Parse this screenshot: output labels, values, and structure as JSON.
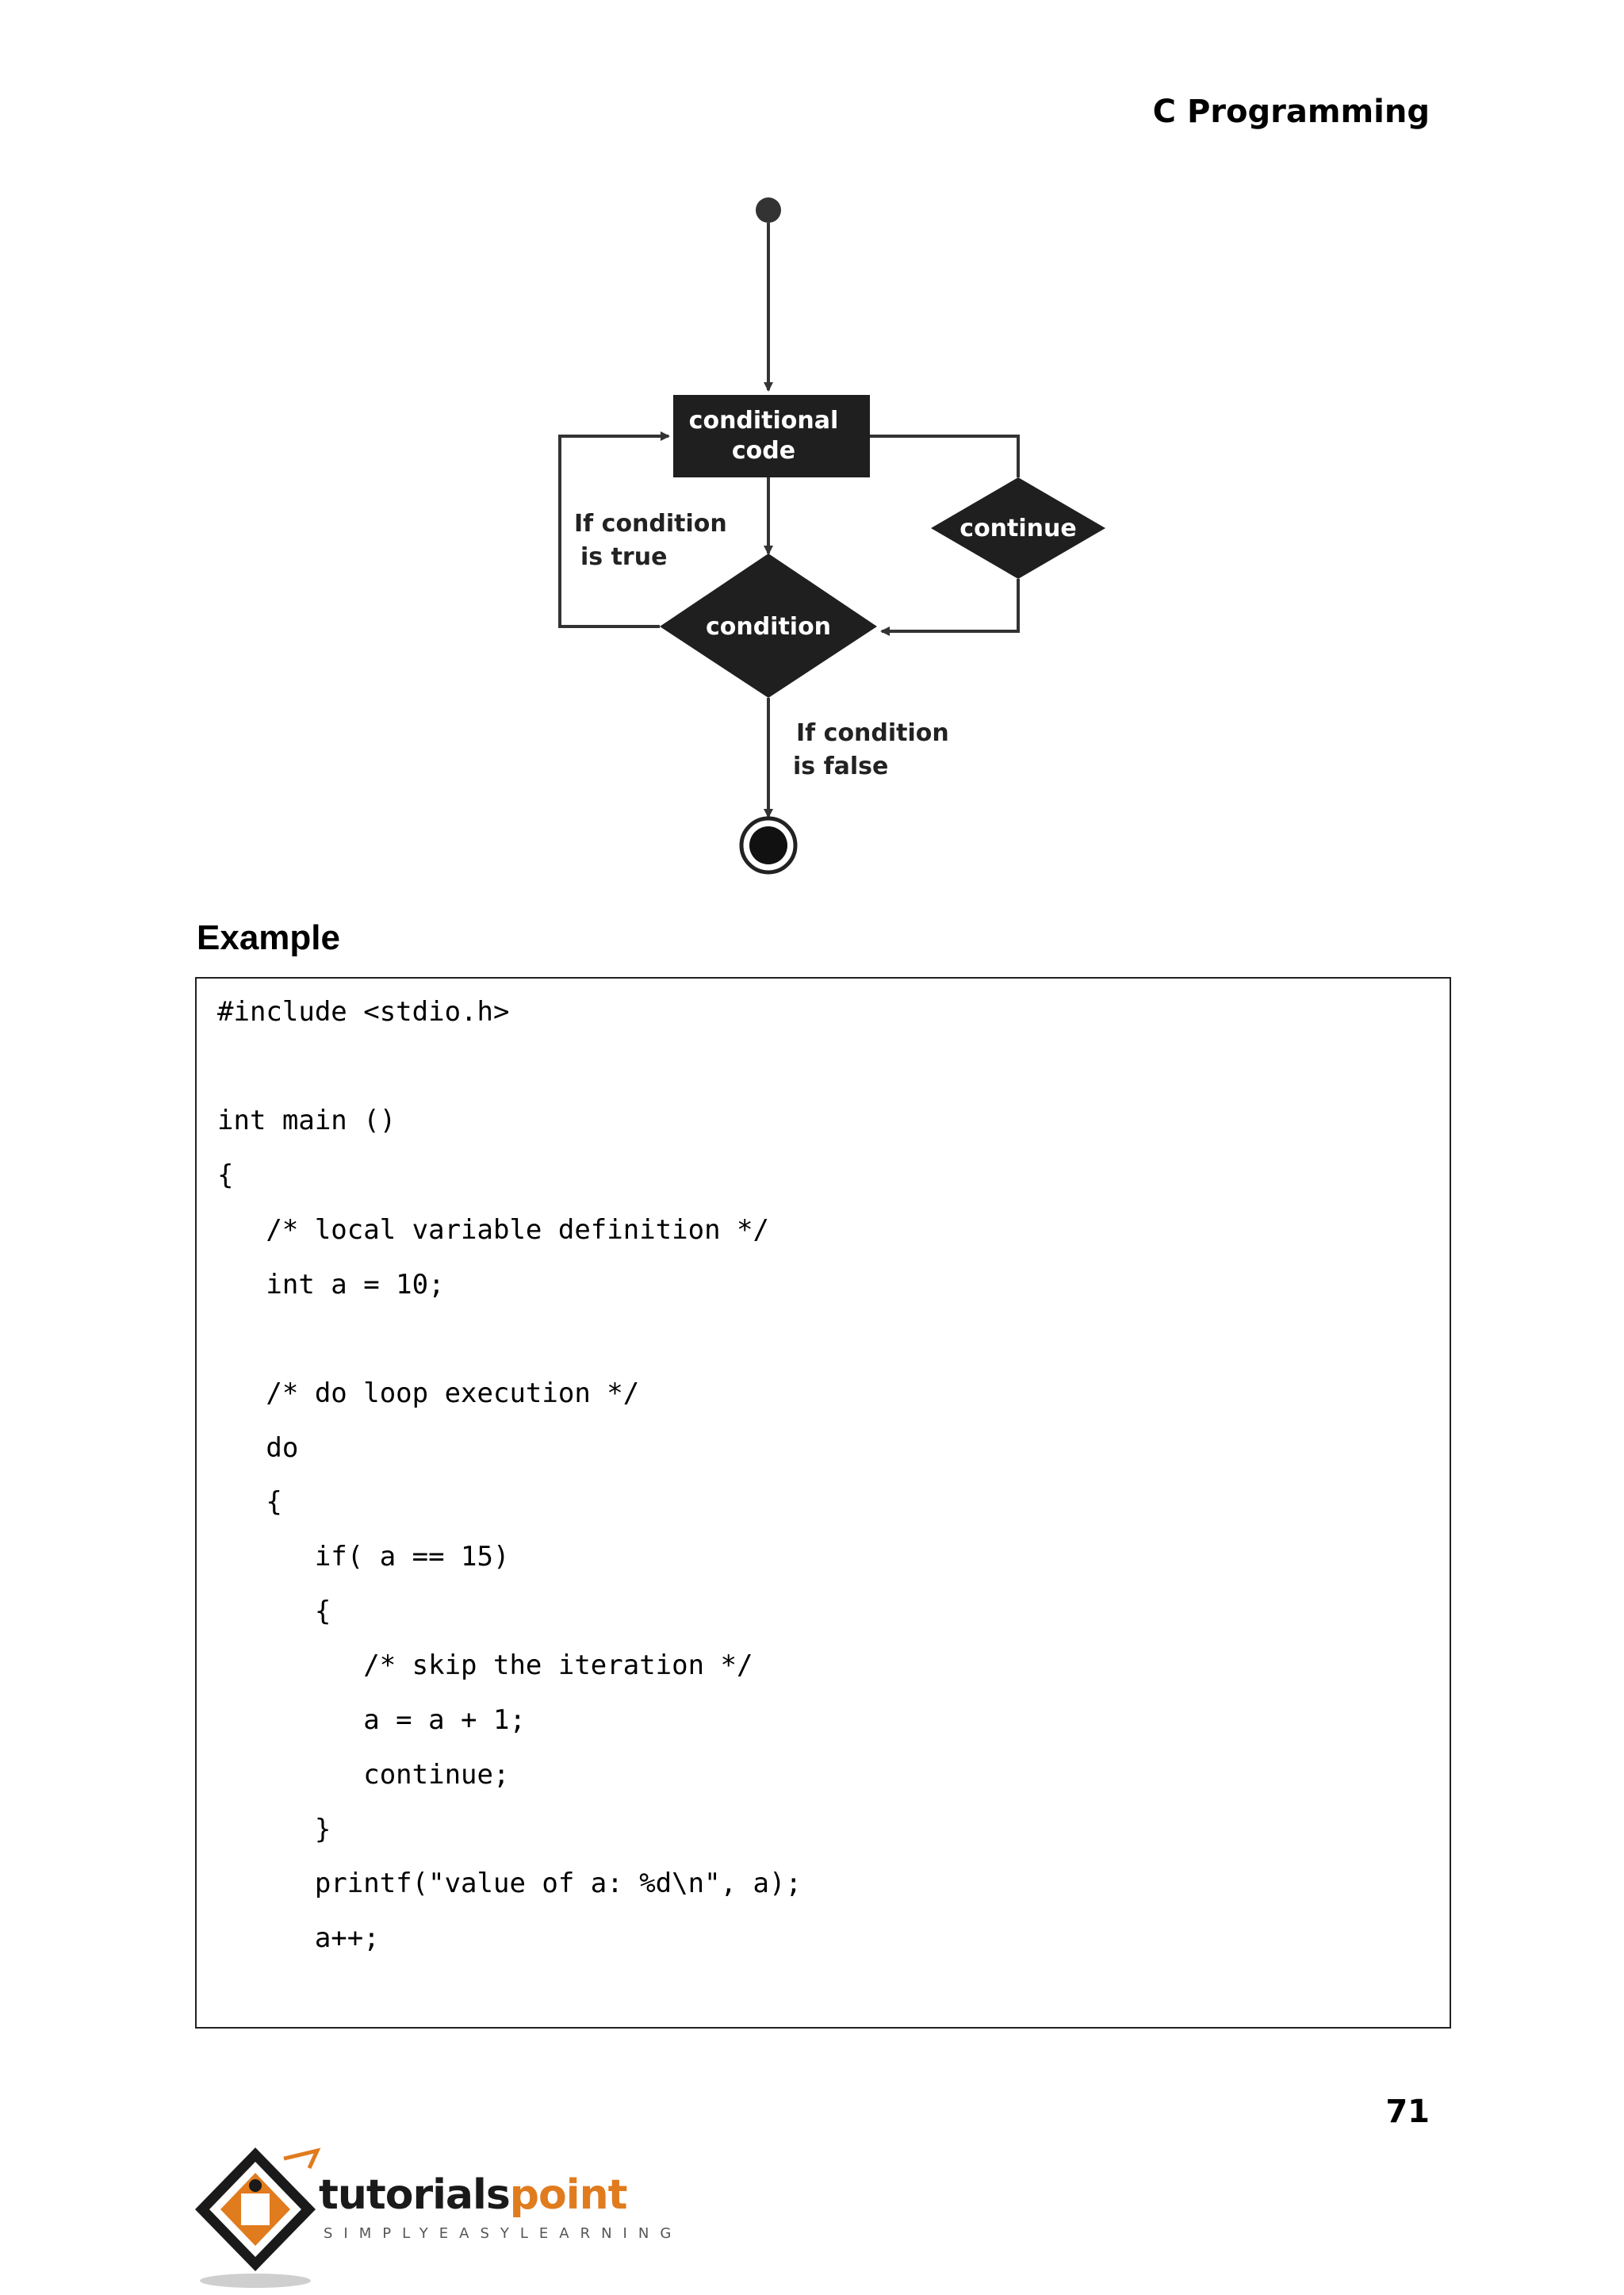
{
  "header": {
    "title": "C Programming"
  },
  "flowchart": {
    "box_label_line1": "conditional",
    "box_label_line2": "code",
    "condition_label": "condition",
    "continue_label": "continue",
    "true_label_line1": "If condition",
    "true_label_line2": "is true",
    "false_label_line1": "If condition",
    "false_label_line2": "is false"
  },
  "example": {
    "heading": "Example",
    "code_lines": [
      "#include <stdio.h>",
      "",
      "int main ()",
      "{",
      "   /* local variable definition */",
      "   int a = 10;",
      "",
      "   /* do loop execution */",
      "   do",
      "   {",
      "      if( a == 15)",
      "      {",
      "         /* skip the iteration */",
      "         a = a + 1;",
      "         continue;",
      "      }",
      "      printf(\"value of a: %d\\n\", a);",
      "      a++;"
    ]
  },
  "footer": {
    "page_number": "71",
    "logo_word_dark": "tutorials",
    "logo_word_orange": "point",
    "logo_tagline": "SIMPLYEASYLEARNING"
  },
  "colors": {
    "node_fill": "#1f1f1f",
    "line": "#333333",
    "logo_orange": "#e07b1e"
  }
}
